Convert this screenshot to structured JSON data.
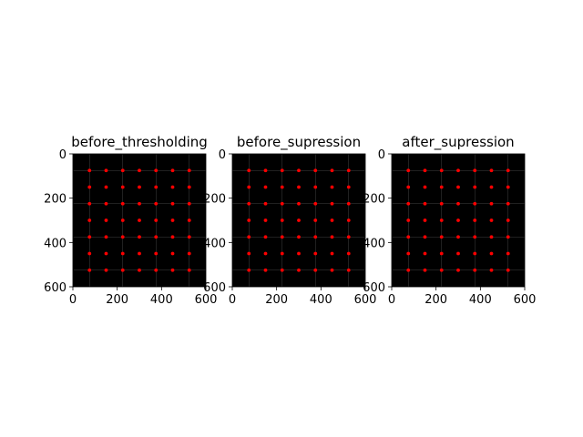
{
  "figure": {
    "background": "#ffffff",
    "board": {
      "rows": 8,
      "cols": 8,
      "dark_color": "#000000",
      "light_color": "#ffffff",
      "top_left_dark": false,
      "xlim": [
        0,
        600
      ],
      "ylim": [
        600,
        0
      ]
    },
    "marker_color": "#ff0000",
    "panels": [
      {
        "title": "before_thresholding",
        "x_ticks": [
          "0",
          "200",
          "400",
          "600"
        ],
        "y_ticks": [
          "0",
          "200",
          "400",
          "600"
        ],
        "corner_points": "all_inner_corners"
      },
      {
        "title": "before_supression",
        "x_ticks": [
          "0",
          "200",
          "400",
          "600"
        ],
        "y_ticks": [
          "0",
          "200",
          "400",
          "600"
        ],
        "corner_points": "all_inner_corners"
      },
      {
        "title": "after_supression",
        "x_ticks": [
          "0",
          "200",
          "400",
          "600"
        ],
        "y_ticks": [
          "0",
          "200",
          "400",
          "600"
        ],
        "corner_points": "all_inner_corners"
      }
    ]
  }
}
